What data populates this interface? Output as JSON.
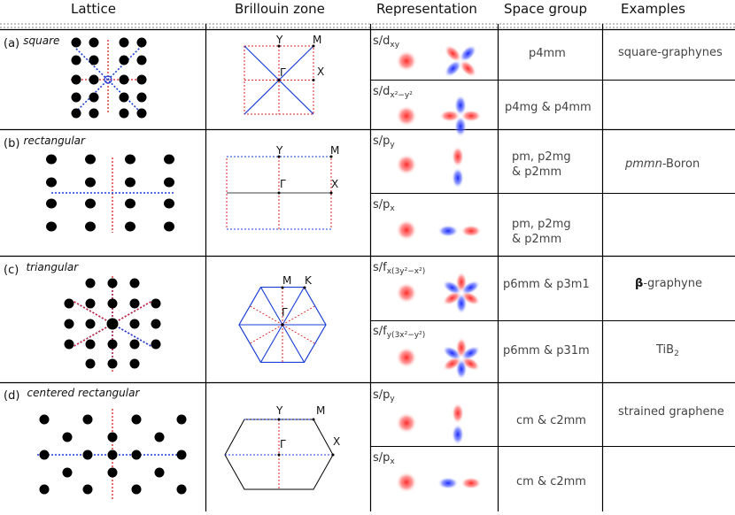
{
  "headers": [
    "Lattice",
    "Brillouin zone",
    "Representation",
    "Space group",
    "Examples"
  ],
  "rows": [
    {
      "label": "(a)",
      "name": "square",
      "bz_labels": [
        "Y",
        "M",
        "Γ",
        "X"
      ],
      "reps": [
        {
          "text": "s/d",
          "sub": "xy",
          "space_group": [
            "p4mm"
          ],
          "example": "square-graphynes"
        },
        {
          "text": "s/d",
          "sub": "x²−y²",
          "space_group": [
            "p4mg & p4mm"
          ],
          "example": ""
        }
      ]
    },
    {
      "label": "(b)",
      "name": "rectangular",
      "bz_labels": [
        "Y",
        "M",
        "Γ",
        "X"
      ],
      "reps": [
        {
          "text": "s/p",
          "sub": "y",
          "space_group": [
            "pm, p2mg",
            "& p2mm"
          ],
          "example_italic": "pmmn",
          "example": "-Boron"
        },
        {
          "text": "s/p",
          "sub": "x",
          "space_group": [
            "pm, p2mg",
            "& p2mm"
          ],
          "example": ""
        }
      ]
    },
    {
      "label": "(c)",
      "name": "triangular",
      "bz_labels": [
        "M",
        "K",
        "Γ"
      ],
      "reps": [
        {
          "text": "s/f",
          "sub": "x(3y²−x²)",
          "space_group": [
            "p6mm & p3m1"
          ],
          "example_bold": "β",
          "example": "-graphyne"
        },
        {
          "text": "s/f",
          "sub": "y(3x²−y²)",
          "space_group": [
            "p6mm & p31m"
          ],
          "example": "TiB",
          "example_sub": "2"
        }
      ]
    },
    {
      "label": "(d)",
      "name": "centered rectangular",
      "bz_labels": [
        "Y",
        "M",
        "Γ",
        "X"
      ],
      "reps": [
        {
          "text": "s/p",
          "sub": "y",
          "space_group": [
            "cm & c2mm"
          ],
          "example": "strained graphene"
        },
        {
          "text": "s/p",
          "sub": "x",
          "space_group": [
            "cm & c2mm"
          ],
          "example": ""
        }
      ]
    }
  ],
  "colors": {
    "red": "#e02020",
    "blue": "#1a3fd9",
    "grid": "#000000"
  },
  "orbital_kinds": [
    "s-lobe",
    "d-xy",
    "d-x2y2",
    "p-y",
    "p-x",
    "p-y",
    "p-x",
    "f-hex",
    "f-hex",
    "p-y",
    "p-x"
  ]
}
